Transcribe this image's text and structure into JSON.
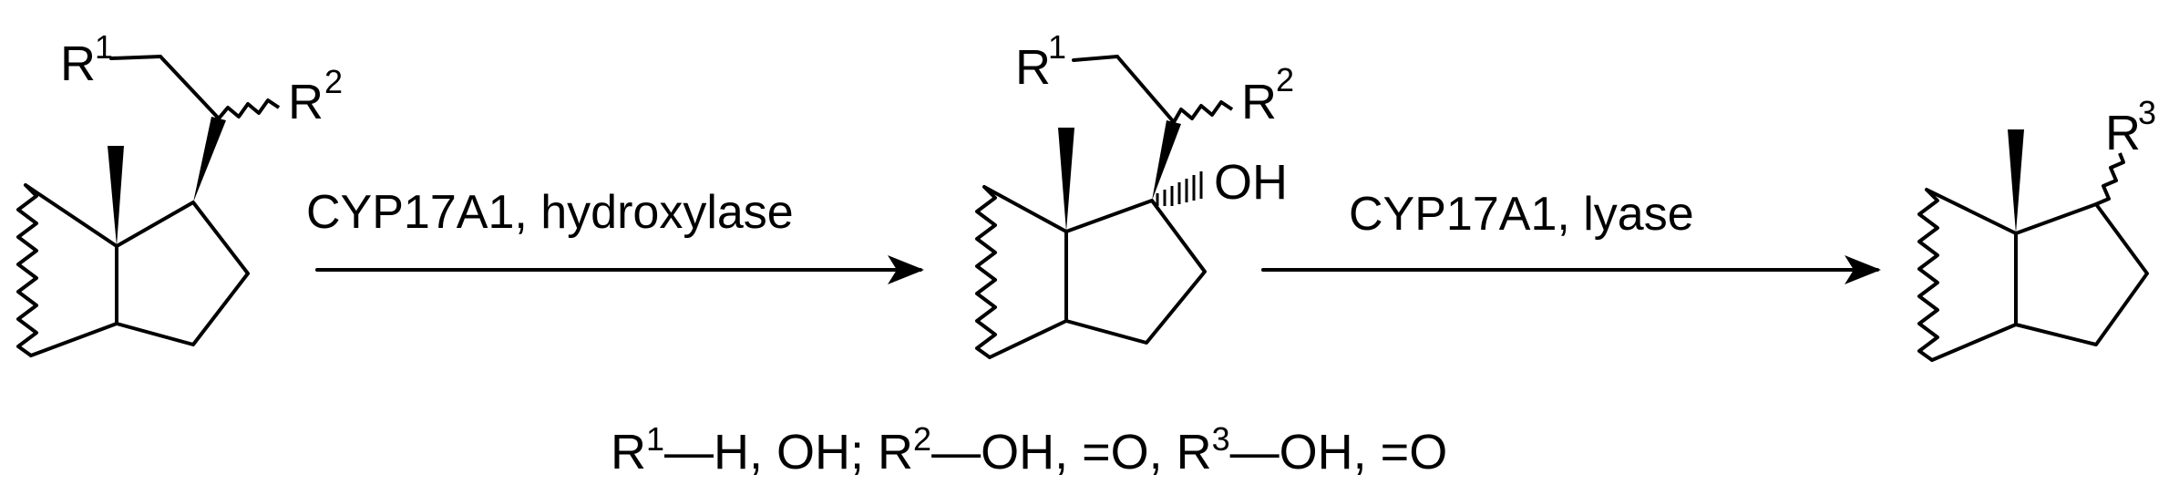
{
  "reaction": {
    "step1_label": "CYP17A1, hydroxylase",
    "step2_label": "CYP17A1, lyase"
  },
  "labels": {
    "R": "R",
    "one": "1",
    "two": "2",
    "three": "3",
    "OH": "OH"
  },
  "legend": {
    "r1_sup": "1",
    "r1_text": "—H, OH; R",
    "r2_sup": "2",
    "r2_text": "—OH, =O, R",
    "r3_sup": "3",
    "r3_text": "—OH, =O"
  }
}
